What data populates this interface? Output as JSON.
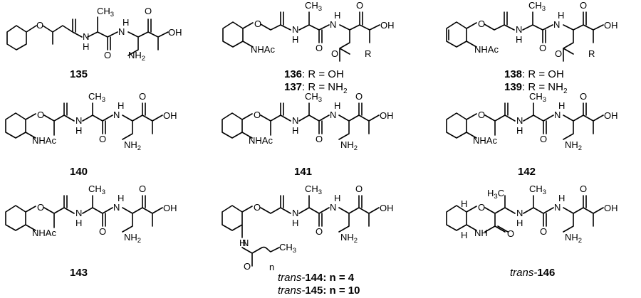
{
  "compounds": [
    {
      "id": "135",
      "label": "135"
    },
    {
      "id": "136",
      "label": "136",
      "suffix": ": R = OH"
    },
    {
      "id": "137",
      "label": "137",
      "suffix": ": R = NH",
      "sub": "2"
    },
    {
      "id": "138",
      "label": "138",
      "suffix": ": R = OH"
    },
    {
      "id": "139",
      "label": "139",
      "suffix": ": R = NH",
      "sub": "2"
    },
    {
      "id": "140",
      "label": "140"
    },
    {
      "id": "141",
      "label": "141"
    },
    {
      "id": "142",
      "label": "142"
    },
    {
      "id": "143",
      "label": "143"
    },
    {
      "id": "144",
      "prefix": "trans-",
      "label": "144",
      "suffix": ": n = 4"
    },
    {
      "id": "145",
      "prefix": "trans-",
      "label": "145",
      "suffix": ": n = 10"
    },
    {
      "id": "146",
      "prefix": "trans-",
      "label": "146"
    }
  ],
  "atoms": {
    "O": "O",
    "N": "N",
    "H": "H",
    "OH": "OH",
    "NH": "NH",
    "NH2": "NH",
    "two": "2",
    "NHAc": "NHAc",
    "CH3": "CH",
    "three": "3",
    "R": "R",
    "n": "n",
    "H3C": "H",
    "C": "C"
  }
}
